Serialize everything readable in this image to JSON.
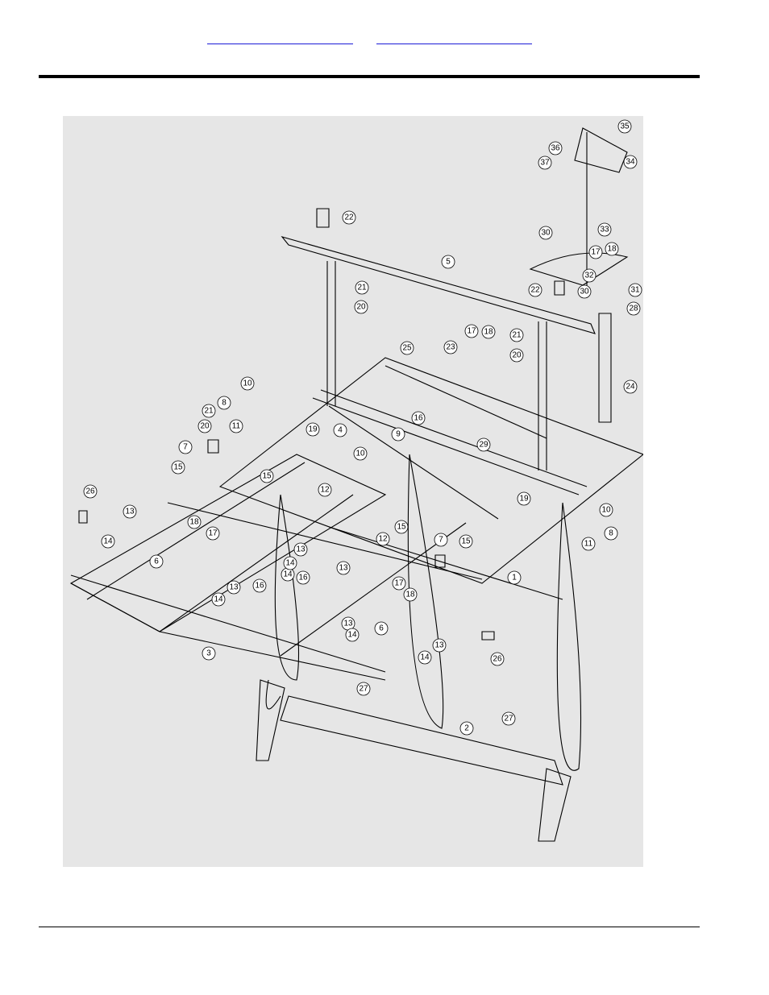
{
  "header": {
    "link_a": "",
    "link_b": ""
  },
  "figure": {
    "callouts": [
      "35",
      "36",
      "34",
      "37",
      "22",
      "33",
      "30",
      "5",
      "18",
      "17",
      "32",
      "31",
      "21",
      "30",
      "28",
      "22",
      "20",
      "25",
      "23",
      "18",
      "17",
      "21",
      "20",
      "24",
      "10",
      "8",
      "11",
      "21",
      "20",
      "19",
      "4",
      "16",
      "29",
      "9",
      "10",
      "7",
      "15",
      "26",
      "15",
      "12",
      "19",
      "10",
      "13",
      "18",
      "17",
      "14",
      "6",
      "13",
      "16",
      "14",
      "12",
      "15",
      "7",
      "15",
      "8",
      "11",
      "14",
      "13",
      "13",
      "14",
      "16",
      "17",
      "18",
      "1",
      "13",
      "6",
      "14",
      "3",
      "13",
      "14",
      "26",
      "27",
      "27",
      "2"
    ]
  }
}
